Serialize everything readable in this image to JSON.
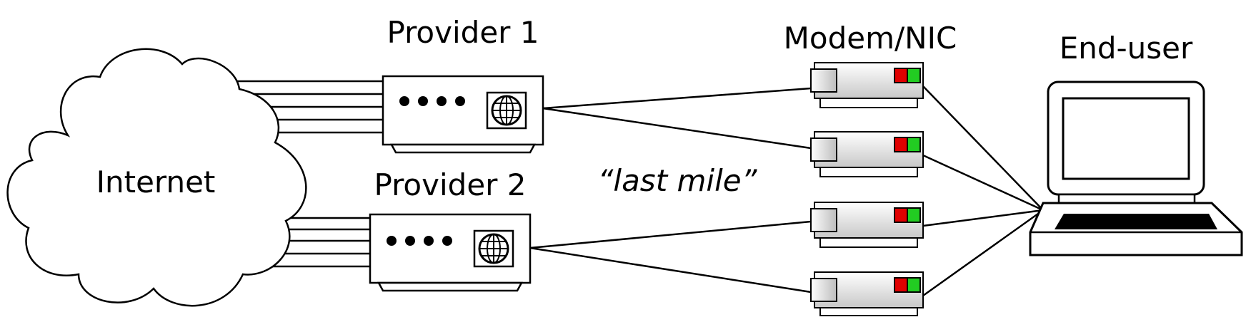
{
  "labels": {
    "internet": "Internet",
    "provider_1": "Provider 1",
    "provider_2": "Provider 2",
    "modem_nic": "Modem/NIC",
    "end_user": "End-user",
    "last_mile": "“last mile”"
  },
  "colors": {
    "led_red": "#e00000",
    "led_green": "#22cc22",
    "stroke": "#000000",
    "modem_fill_light": "#ffffff",
    "modem_fill_dark": "#c8c8c8"
  },
  "icons": {
    "internet": "cloud-icon",
    "provider_port": "globe-icon",
    "end_user": "laptop-icon",
    "modem": "modem-icon"
  }
}
